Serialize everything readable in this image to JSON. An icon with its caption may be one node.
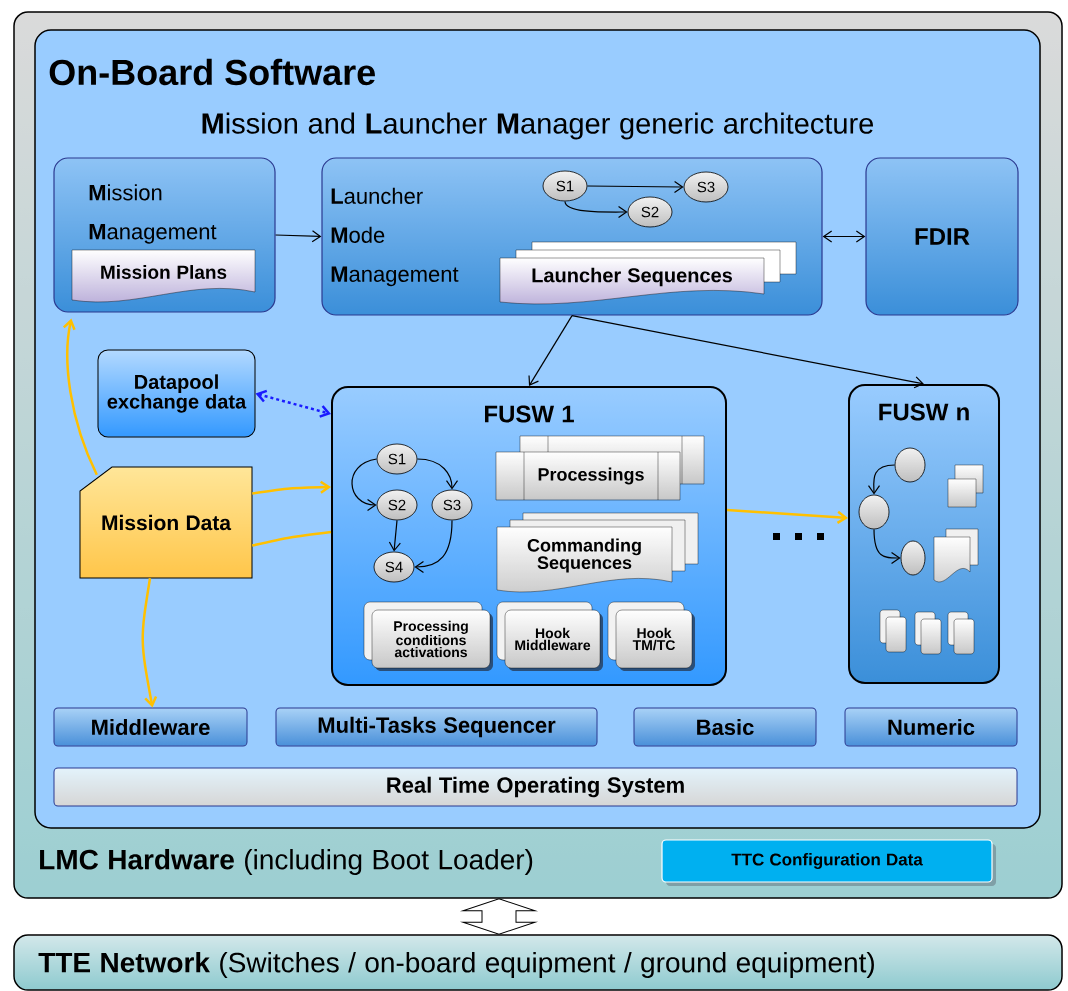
{
  "diagram": {
    "nodes": [
      {
        "text": [
          "**LMC Hardware** (including Boot Loader)"
        ]
      },
      {
        "text": [
          "On-Board Software",
          "**M**ission and **L**auncher **M**anager generic architecture"
        ],
        "in": 0
      },
      {
        "text": [
          "**M**ission **M**anagement"
        ],
        "in": 1
      },
      {
        "text": [
          "Mission Plans"
        ],
        "in": 2
      },
      {
        "text": [
          "**L**auncher **M**ode **M**anagement"
        ],
        "in": 1
      },
      {
        "text": [
          "S1"
        ],
        "in": 4
      },
      {
        "text": [
          "S3"
        ],
        "in": 4
      },
      {
        "text": [
          "S2"
        ],
        "in": 4
      },
      {
        "text": [
          "Launcher Sequences"
        ],
        "in": 4
      },
      {
        "text": [
          "FDIR"
        ],
        "in": 1
      },
      {
        "text": [
          "Datapool exchange data"
        ],
        "in": 1
      },
      {
        "text": [
          "Mission Data"
        ],
        "in": 1
      },
      {
        "text": [
          "FUSW 1"
        ],
        "in": 1
      },
      {
        "text": [
          "S1"
        ],
        "in": 12
      },
      {
        "text": [
          "S2"
        ],
        "in": 12
      },
      {
        "text": [
          "S3"
        ],
        "in": 12
      },
      {
        "text": [
          "S4"
        ],
        "in": 12
      },
      {
        "text": [
          "Processings"
        ],
        "in": 12
      },
      {
        "text": [
          "Commanding Sequences"
        ],
        "in": 12
      },
      {
        "text": [
          "Processing conditions activations"
        ],
        "in": 12
      },
      {
        "text": [
          "Hook Middleware"
        ],
        "in": 12
      },
      {
        "text": [
          "Hook TM/TC"
        ],
        "in": 12
      },
      {
        "text": [
          "FUSW n"
        ],
        "in": 1
      },
      {
        "text": [],
        "shape": "ellipse",
        "in": 22
      },
      {
        "text": [],
        "shape": "ellipse",
        "in": 22
      },
      {
        "text": [],
        "shape": "ellipse",
        "in": 22
      },
      {
        "text": [
          "Middleware"
        ],
        "in": 1
      },
      {
        "text": [
          "Multi-Tasks Sequencer"
        ],
        "in": 1
      },
      {
        "text": [
          "Basic"
        ],
        "in": 1
      },
      {
        "text": [
          "Numeric"
        ],
        "in": 1
      },
      {
        "text": [
          "Real Time Operating System"
        ],
        "in": 1
      },
      {
        "text": [
          "TTC Configuration Data"
        ],
        "in": 0
      },
      {
        "text": [
          "**TTE Network** (Switches / on-board equipment / ground equipment)"
        ]
      }
    ],
    "edges": [
      {
        "from": 2,
        "to": 4,
        "arrow": "to"
      },
      {
        "from": 4,
        "to": 9,
        "arrow": "both"
      },
      {
        "from": 4,
        "to": 12,
        "arrow": "to"
      },
      {
        "from": 4,
        "to": 22,
        "arrow": "to"
      },
      {
        "from": 10,
        "to": 12,
        "arrow": "both",
        "style": "dashed",
        "color": "#1a1aff"
      },
      {
        "from": 11,
        "to": 2,
        "arrow": "to",
        "color": "#ffc000"
      },
      {
        "from": 11,
        "to": 12,
        "arrow": "to",
        "color": "#ffc000"
      },
      {
        "from": 11,
        "to": 12,
        "arrow": "none",
        "color": "#ffc000"
      },
      {
        "from": 12,
        "to": 22,
        "arrow": "to",
        "color": "#ffc000"
      },
      {
        "from": 11,
        "to": 26,
        "arrow": "to",
        "color": "#ffc000"
      },
      {
        "from": 5,
        "to": 6,
        "arrow": "to"
      },
      {
        "from": 5,
        "to": 7,
        "arrow": "to"
      },
      {
        "from": 13,
        "to": 14,
        "arrow": "to"
      },
      {
        "from": 13,
        "to": 15,
        "arrow": "to"
      },
      {
        "from": 14,
        "to": 16,
        "arrow": "to"
      },
      {
        "from": 15,
        "to": 16,
        "arrow": "to"
      },
      {
        "from": 23,
        "to": 24,
        "arrow": "to"
      },
      {
        "from": 24,
        "to": 25,
        "arrow": "to"
      },
      {
        "from": 0,
        "to": 32,
        "arrow": "both",
        "style": "thick"
      }
    ]
  }
}
